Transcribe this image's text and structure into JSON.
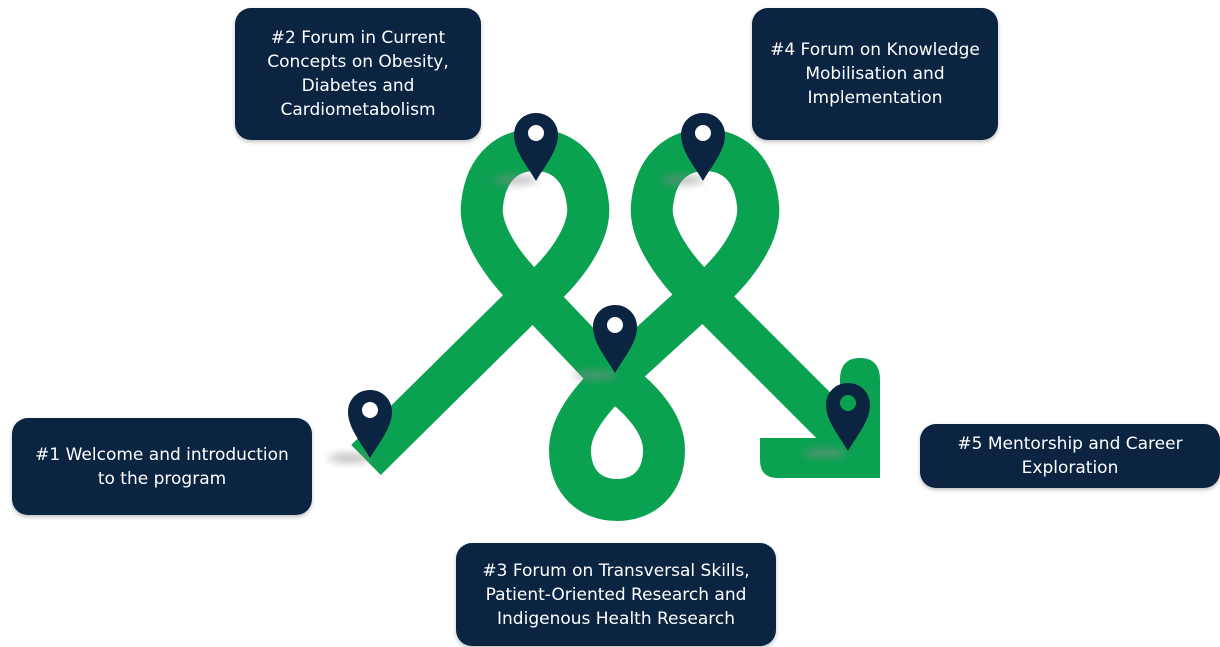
{
  "colors": {
    "path": "#0aa150",
    "card_background": "#0b2441",
    "card_text": "#ffffff",
    "pin": "#0b2441"
  },
  "milestones": [
    {
      "number": "#1",
      "label": "#1 Welcome and introduction to the program",
      "icon": "location-pin-icon"
    },
    {
      "number": "#2",
      "label": "#2 Forum in Current Concepts on Obesity, Diabetes and Cardiometabolism",
      "icon": "location-pin-icon"
    },
    {
      "number": "#3",
      "label": "#3 Forum on Transversal Skills, Patient-Oriented Research and Indigenous Health Research",
      "icon": "location-pin-icon"
    },
    {
      "number": "#4",
      "label": "#4 Forum on Knowledge Mobilisation and Implementation",
      "icon": "location-pin-icon"
    },
    {
      "number": "#5",
      "label": "#5 Mentorship and Career Exploration",
      "icon": "location-pin-icon"
    }
  ],
  "end_marker": {
    "icon": "arrow-head-icon"
  }
}
